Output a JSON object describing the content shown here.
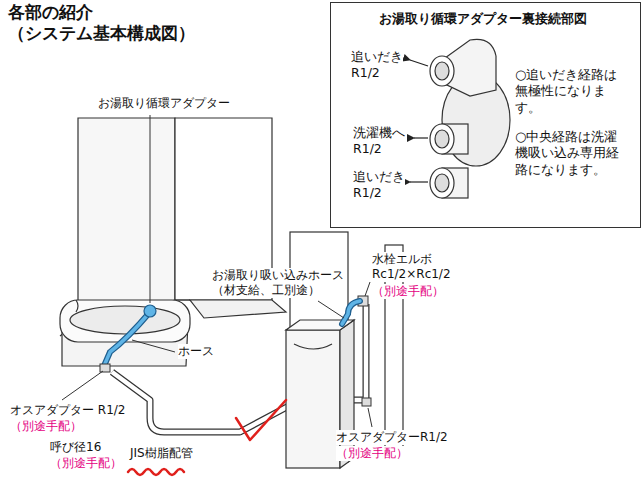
{
  "diagram": {
    "title": "各部の紹介 （システム基本構成図）",
    "nodes": [
      {
        "text": [
          "お湯取り循環アダプター裏接続部図",
          "追いだき R1/2",
          "洗濯機へ R1/2",
          "追いだき R1/2",
          "○追いだき経路は無極性になります。",
          "○中央経路は洗濯機吸い込み専用経路になります。"
        ]
      }
    ],
    "labels": [
      "お湯取り循環アダプター",
      "お湯取り吸い込みホース （材支給、工別途）",
      "ホース",
      "水栓エルボ Rc1/2×Rc1/2",
      "（別途手配）",
      "オスアダプター R1/2",
      "（別途手配）",
      "呼び径16",
      "（別途手配）",
      "JIS樹脂配管",
      "オスアダプターR1/2",
      "（別途手配）"
    ]
  }
}
